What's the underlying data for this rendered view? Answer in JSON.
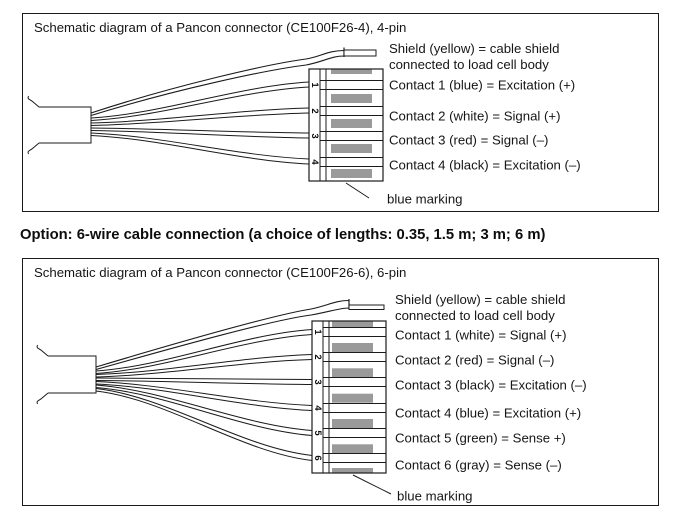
{
  "heading": "Option: 6-wire cable connection (a choice of lengths: 0.35, 1.5 m; 3 m; 6 m)",
  "colors": {
    "stroke": "#1b1b1b",
    "contact_gray": "#9a9a9a",
    "background": "#ffffff"
  },
  "panels": [
    {
      "id": "4pin",
      "title": "Schematic diagram of a Pancon connector (CE100F26-4), 4-pin",
      "shield_label_line1": "Shield (yellow) = cable shield",
      "shield_label_line2": "connected to load cell body",
      "pins": [
        {
          "number": "1",
          "label": "Contact 1 (blue) = Excitation (+)"
        },
        {
          "number": "2",
          "label": "Contact 2 (white) = Signal (+)"
        },
        {
          "number": "3",
          "label": "Contact 3 (red) = Signal (–)"
        },
        {
          "number": "4",
          "label": "Contact 4 (black) = Excitation (–)"
        }
      ],
      "marking_label": "blue marking"
    },
    {
      "id": "6pin",
      "title": "Schematic diagram of a Pancon connector (CE100F26-6), 6-pin",
      "shield_label_line1": "Shield (yellow) = cable shield",
      "shield_label_line2": "connected to load cell body",
      "pins": [
        {
          "number": "1",
          "label": "Contact 1 (white) = Signal (+)"
        },
        {
          "number": "2",
          "label": "Contact 2 (red) = Signal (–)"
        },
        {
          "number": "3",
          "label": "Contact 3 (black) = Excitation (–)"
        },
        {
          "number": "4",
          "label": "Contact 4 (blue) = Excitation (+)"
        },
        {
          "number": "5",
          "label": "Contact 5 (green) = Sense +)"
        },
        {
          "number": "6",
          "label": "Contact 6 (gray) = Sense (–)"
        }
      ],
      "marking_label": "blue marking"
    }
  ]
}
